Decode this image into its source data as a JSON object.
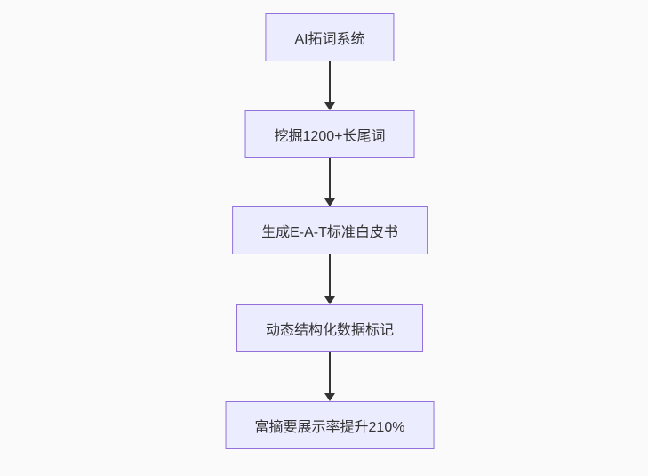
{
  "diagram": {
    "type": "flowchart",
    "direction": "top-down",
    "colors": {
      "background": "#fafafa",
      "node_fill": "#ECECFF",
      "node_border": "#9370DB",
      "edge_color": "#333333",
      "text_color": "#333333"
    },
    "nodes": [
      {
        "id": "n1",
        "label": "AI拓词系统"
      },
      {
        "id": "n2",
        "label": "挖掘1200+长尾词"
      },
      {
        "id": "n3",
        "label": "生成E-A-T标准白皮书"
      },
      {
        "id": "n4",
        "label": "动态结构化数据标记"
      },
      {
        "id": "n5",
        "label": "富摘要展示率提升210%"
      }
    ],
    "edges": [
      {
        "from": "n1",
        "to": "n2",
        "style": "arrow-down"
      },
      {
        "from": "n2",
        "to": "n3",
        "style": "arrow-down"
      },
      {
        "from": "n3",
        "to": "n4",
        "style": "arrow-down"
      },
      {
        "from": "n4",
        "to": "n5",
        "style": "arrow-down"
      }
    ]
  }
}
